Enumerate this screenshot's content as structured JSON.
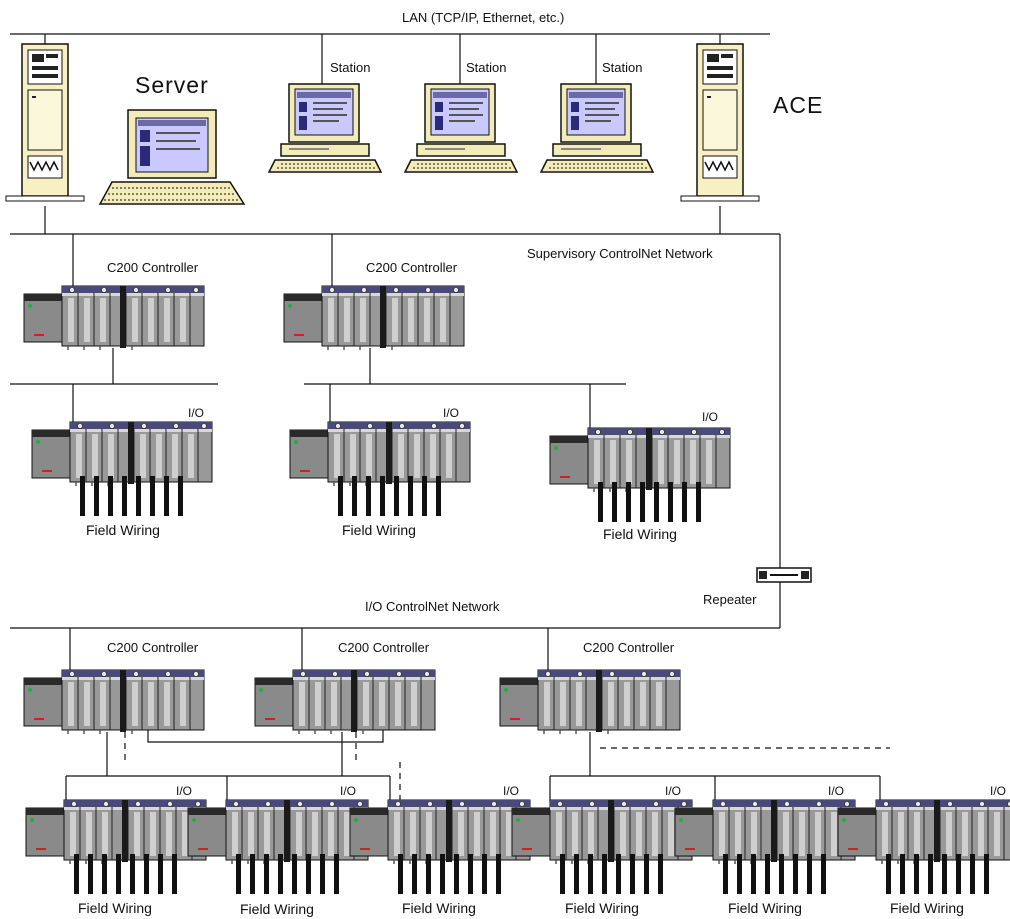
{
  "lan": {
    "label": "LAN (TCP/IP, Ethernet, etc.)"
  },
  "server": {
    "label": "Server"
  },
  "ace": {
    "label": "ACE"
  },
  "stations": [
    {
      "label": "Station"
    },
    {
      "label": "Station"
    },
    {
      "label": "Station"
    }
  ],
  "supervisory_network": {
    "label": "Supervisory ControlNet Network"
  },
  "io_network": {
    "label": "I/O ControlNet Network"
  },
  "repeater": {
    "label": "Repeater"
  },
  "controllers": [
    {
      "label": "C200 Controller"
    },
    {
      "label": "C200 Controller"
    },
    {
      "label": "C200 Controller"
    },
    {
      "label": "C200 Controller"
    },
    {
      "label": "C200 Controller"
    }
  ],
  "io_racks": [
    {
      "io_label": "I/O",
      "wiring_label": "Field Wiring"
    },
    {
      "io_label": "I/O",
      "wiring_label": "Field Wiring"
    },
    {
      "io_label": "I/O",
      "wiring_label": "Field Wiring"
    },
    {
      "io_label": "I/O",
      "wiring_label": "Field Wiring"
    },
    {
      "io_label": "I/O",
      "wiring_label": "Field Wiring"
    },
    {
      "io_label": "I/O",
      "wiring_label": "Field Wiring"
    },
    {
      "io_label": "I/O",
      "wiring_label": "Field Wiring"
    },
    {
      "io_label": "I/O",
      "wiring_label": "Field Wiring"
    },
    {
      "io_label": "I/O",
      "wiring_label": "Field Wiring"
    }
  ],
  "colors": {
    "line": "#111111",
    "rack_body": "#8f8f8f",
    "rack_dark": "#3a3a3a",
    "rack_light": "#c8c8c8",
    "rack_top": "#5a5a8a",
    "tower": "#f5f0c0",
    "screen_frame": "#e8e0a8",
    "screen": "#c8c8ff",
    "led_red": "#d02020",
    "led_green": "#20a040"
  }
}
